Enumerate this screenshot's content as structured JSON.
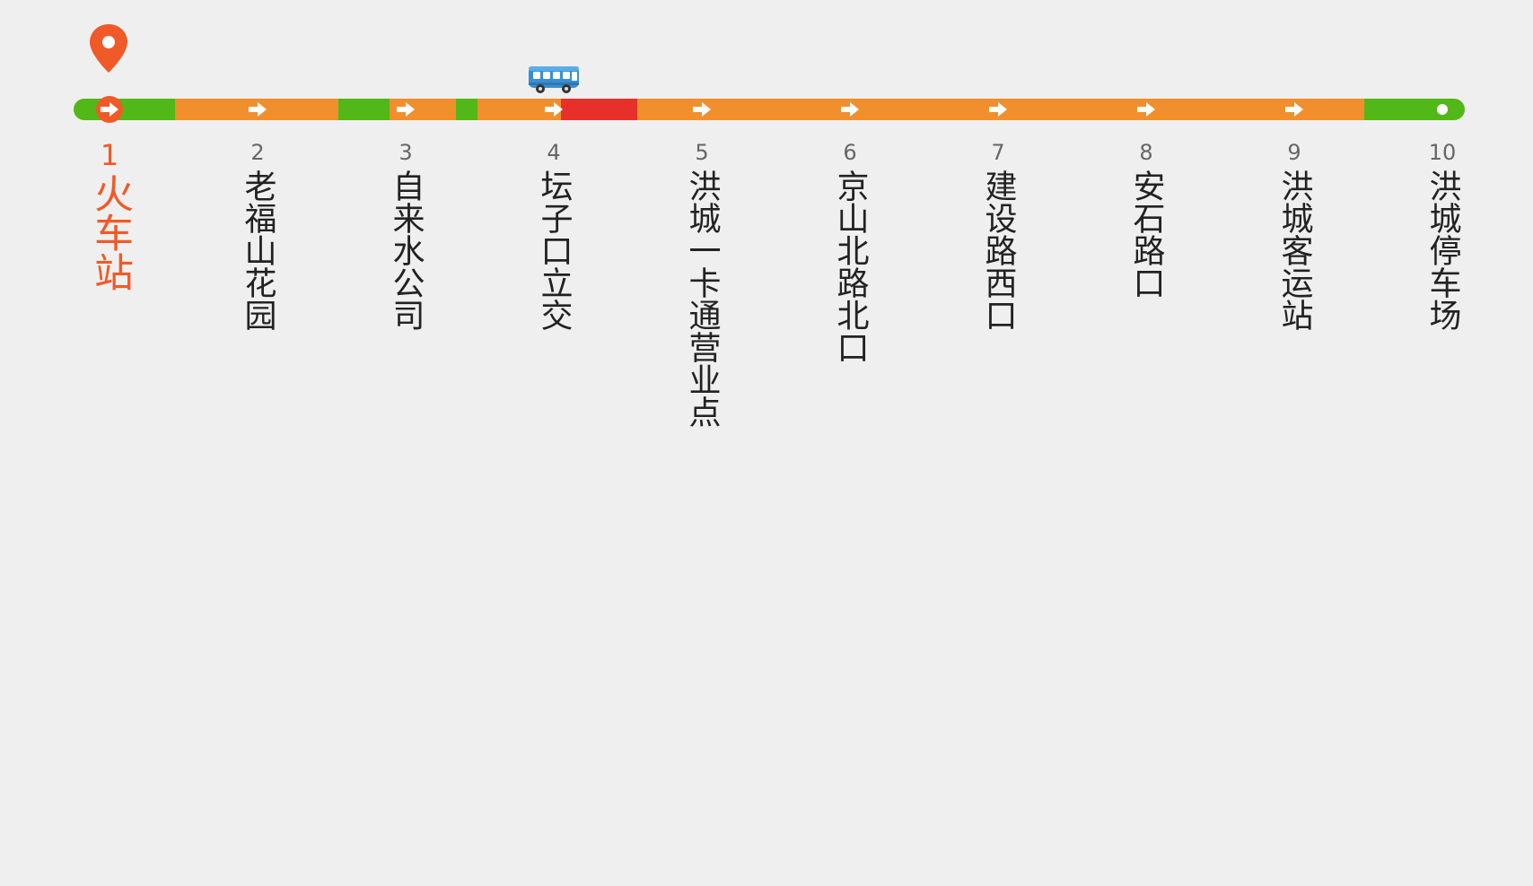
{
  "colors": {
    "background": "#efefef",
    "smooth": "#52b818",
    "slow": "#f18f2c",
    "congested": "#e8302a",
    "current_stop": "#f05a28",
    "bus_body": "#3a8fd0"
  },
  "route": {
    "current_stop_index": 0,
    "bus_between_stops": [
      3,
      4
    ],
    "traffic_segments": [
      {
        "status": "smooth",
        "from": 0.0,
        "to": 0.073
      },
      {
        "status": "slow",
        "from": 0.073,
        "to": 0.19
      },
      {
        "status": "smooth",
        "from": 0.19,
        "to": 0.227
      },
      {
        "status": "slow",
        "from": 0.227,
        "to": 0.275
      },
      {
        "status": "smooth",
        "from": 0.275,
        "to": 0.29
      },
      {
        "status": "slow",
        "from": 0.29,
        "to": 0.35
      },
      {
        "status": "congested",
        "from": 0.35,
        "to": 0.405
      },
      {
        "status": "slow",
        "from": 0.405,
        "to": 0.928
      },
      {
        "status": "smooth",
        "from": 0.928,
        "to": 1.0
      }
    ],
    "stops": [
      {
        "number": "1",
        "name": "火车站"
      },
      {
        "number": "2",
        "name": "老福山花园"
      },
      {
        "number": "3",
        "name": "自来水公司"
      },
      {
        "number": "4",
        "name": "坛子口立交"
      },
      {
        "number": "5",
        "name": "洪城一卡通营业点"
      },
      {
        "number": "6",
        "name": "京山北路北口"
      },
      {
        "number": "7",
        "name": "建设路西口"
      },
      {
        "number": "8",
        "name": "安石路口"
      },
      {
        "number": "9",
        "name": "洪城客运站"
      },
      {
        "number": "10",
        "name": "洪城停车场"
      }
    ]
  },
  "icons": {
    "pin": "location-pin-icon",
    "bus": "bus-icon",
    "arrow": "arrow-right-icon",
    "end": "end-dot-icon"
  }
}
